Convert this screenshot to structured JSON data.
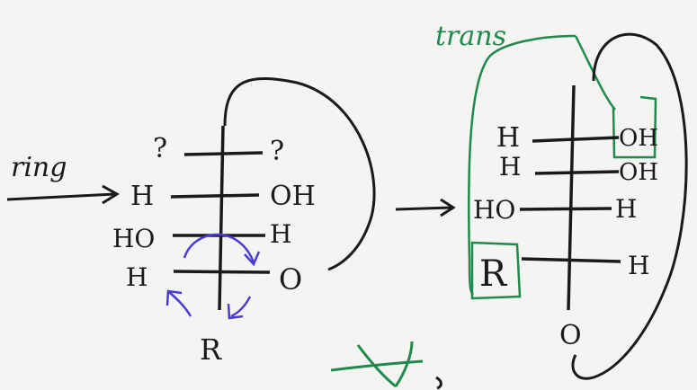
{
  "colors": {
    "ink": "#1a1a1a",
    "green": "#1f8a4c",
    "purple": "#4b3bd1"
  },
  "left": {
    "arrow_label": "ring",
    "rows": [
      {
        "left": "?",
        "right": "?"
      },
      {
        "left": "H",
        "right": "OH"
      },
      {
        "left": "HO",
        "right": "H"
      },
      {
        "left": "H",
        "right": "O"
      }
    ],
    "bottom": "R"
  },
  "right": {
    "header": "trans",
    "rows": [
      {
        "left": "H",
        "right": "OH"
      },
      {
        "left": "H",
        "right": "OH"
      },
      {
        "left": "HO",
        "right": "H"
      },
      {
        "left": "R",
        "right": "H"
      }
    ],
    "bottom": "O"
  }
}
